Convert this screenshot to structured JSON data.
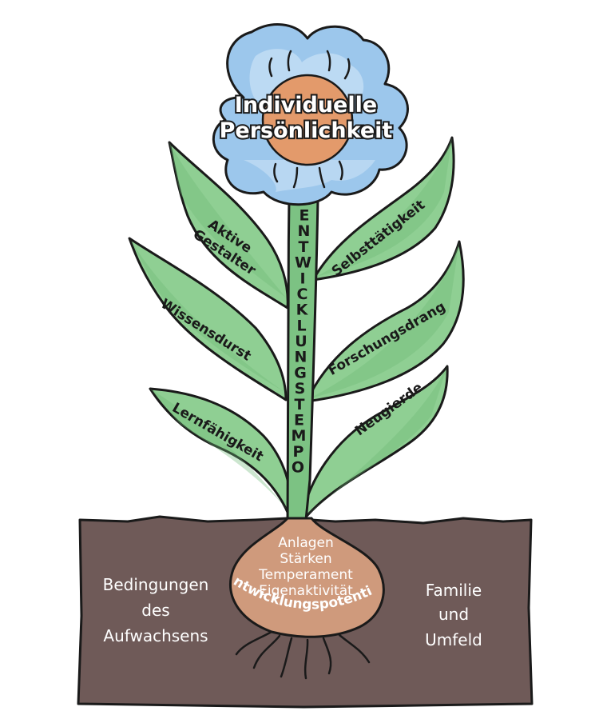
{
  "flower": {
    "title_line1": "Individuelle",
    "title_line2": "Persönlichkeit"
  },
  "stem": {
    "label": "ENTWICKLUNGSTEMPO"
  },
  "leaves": {
    "left_top_line1": "Aktive",
    "left_top_line2": "Gestalter",
    "left_middle": "Wissensdurst",
    "left_bottom": "Lernfähigkeit",
    "right_top": "Selbsttätigkeit",
    "right_middle": "Forschungsdrang",
    "right_bottom": "Neugierde"
  },
  "bulb": {
    "lines": [
      "Anlagen",
      "Stärken",
      "Temperament",
      "Eigenaktivität"
    ],
    "curved_label": "Entwicklungspotential"
  },
  "soil": {
    "left": [
      "Bedingungen",
      "des",
      "Aufwachsens"
    ],
    "right": [
      "Familie",
      "und",
      "Umfeld"
    ]
  },
  "colors": {
    "petal": "#9cc7ec",
    "leaf": "#8fcf93",
    "soil": "#6f5a58",
    "bulb": "#cf9a7c",
    "flower_center": "#e39a6b"
  }
}
